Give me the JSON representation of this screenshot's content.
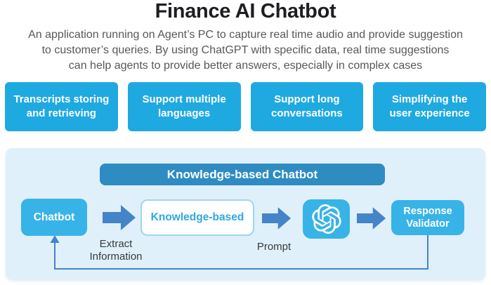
{
  "page": {
    "title": "Finance AI Chatbot",
    "description_lines": [
      "An application running on Agent’s PC to capture real time audio and provide suggestion",
      "to customer’s queries. By using ChatGPT with specific data, real time suggestions",
      "can help agents to provide better answers, especially in complex cases"
    ]
  },
  "features": [
    {
      "label": "Transcripts storing\nand retrieving"
    },
    {
      "label": "Support multiple\nlanguages"
    },
    {
      "label": "Support long\nconversations"
    },
    {
      "label": "Simplifying the\nuser experience"
    }
  ],
  "diagram": {
    "header": "Knowledge-based Chatbot",
    "nodes": {
      "chatbot": "Chatbot",
      "knowledge_based": "Knowledge-based",
      "chatgpt_icon": "openai-logo",
      "response_validator": "Response\nValidator"
    },
    "labels": {
      "extract_information": "Extract\nInformation",
      "prompt": "Prompt"
    }
  },
  "colors": {
    "feature-cyan": "#1FA9E1",
    "node-cyan": "#38B3E7",
    "header-blue": "#2E8CC2",
    "panel-bg": "#DFF0FA",
    "arrow-blue": "#4484C8",
    "knowledge-border": "#9ED6F0",
    "knowledge-text": "#2FA9DF",
    "title-text": "#1E1E22",
    "body-text": "#57575A",
    "label-text": "#3A3A3C"
  }
}
